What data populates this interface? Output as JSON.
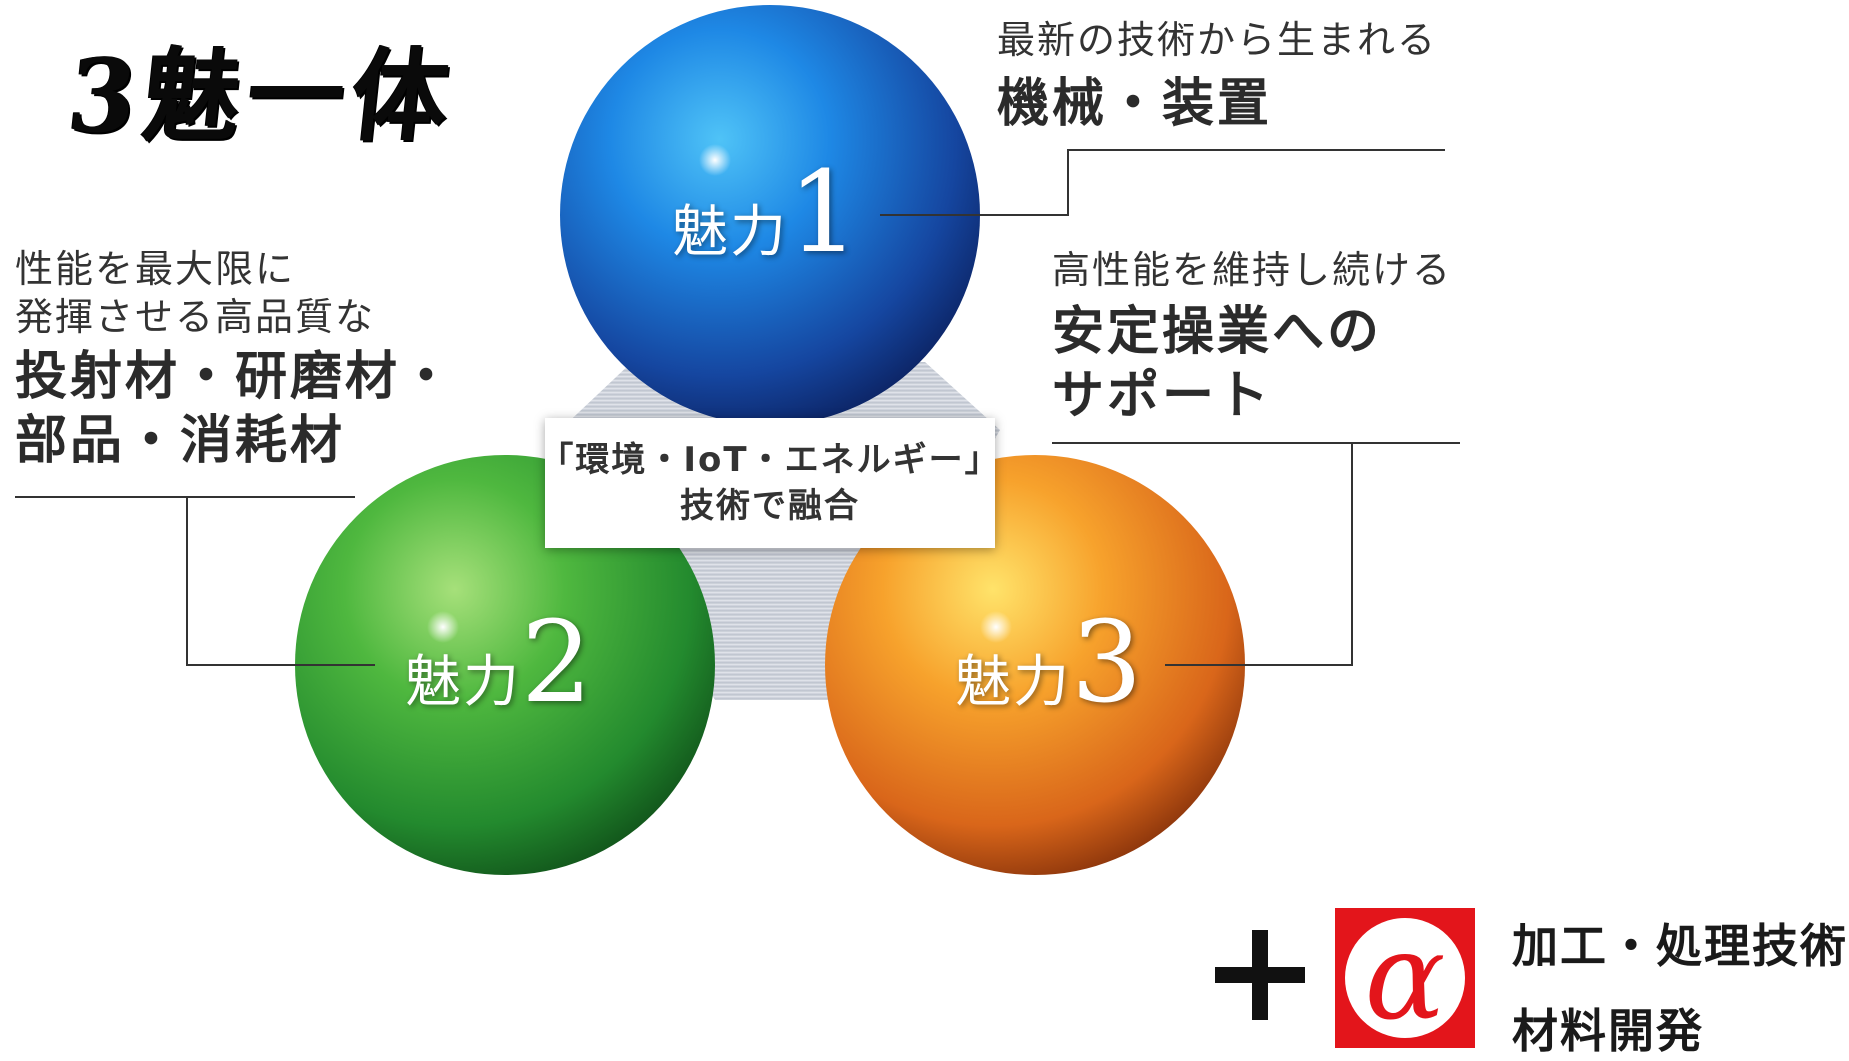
{
  "title": "3魅一体",
  "colors": {
    "sphere1": "#1565c0",
    "sphere2": "#2e9e3a",
    "sphere3": "#e8871f",
    "alpha_red": "#e3151b",
    "line": "#333333"
  },
  "spheres": [
    {
      "kanji": "魅力",
      "number": "1"
    },
    {
      "kanji": "魅力",
      "number": "2"
    },
    {
      "kanji": "魅力",
      "number": "3"
    }
  ],
  "labels": {
    "one": {
      "sub": "最新の技術から生まれる",
      "main": "機械・装置"
    },
    "two": {
      "sub_line1": "性能を最大限に",
      "sub_line2": "発揮させる高品質な",
      "main_line1": "投射材・研磨材・",
      "main_line2": "部品・消耗材"
    },
    "three": {
      "sub": "高性能を維持し続ける",
      "main_line1": "安定操業への",
      "main_line2": "サポート"
    }
  },
  "center_box": {
    "line1": "「環境・IoT・エネルギー」",
    "line2": "技術で融合"
  },
  "plus_alpha": {
    "symbol": "α",
    "line1": "加工・処理技術",
    "line2": "材料開発"
  }
}
